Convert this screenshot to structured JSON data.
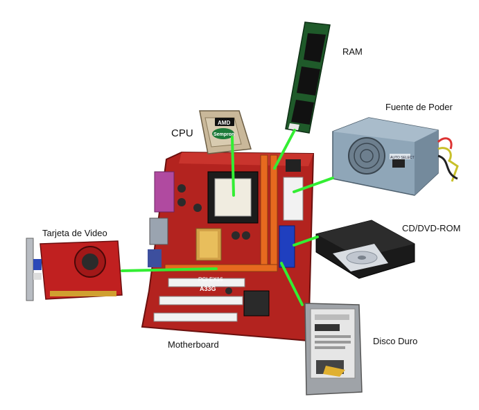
{
  "labels": {
    "ram": "RAM",
    "power_supply": "Fuente de Poder",
    "cpu": "CPU",
    "video_card": "Tarjeta de Video",
    "optical_drive": "CD/DVD-ROM",
    "motherboard": "Motherboard",
    "hard_drive": "Disco Duro"
  },
  "chip_text": {
    "cpu_brand": "AMD",
    "cpu_model": "Sempron",
    "board_model": "A33G",
    "board_slot": "PCI-EX16",
    "psu_switch": "AUTO SELECT"
  },
  "colors": {
    "connector_line": "#33ee33",
    "board": "#b3231f",
    "board_dark": "#7a1513",
    "slot_orange": "#e66a1f",
    "slot_white": "#f2f2f2",
    "slot_blue": "#1f3fbf",
    "psu": "#8fa6b8",
    "drive": "#1a1a1a",
    "video_card": "#c02020"
  }
}
